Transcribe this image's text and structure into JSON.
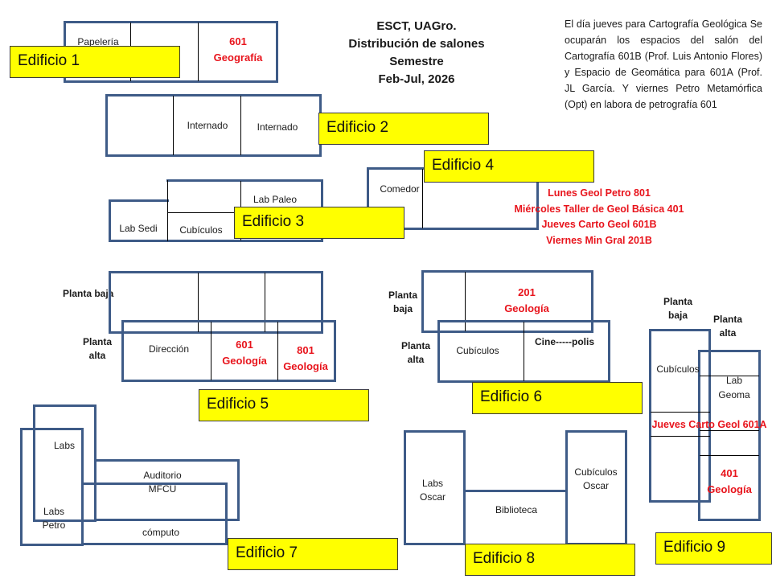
{
  "title": {
    "lines": [
      "ESCT, UAGro.",
      "Distribución de salones",
      "Semestre",
      "Feb-Jul, 2026"
    ]
  },
  "note": "El día jueves para Cartografía Geológica Se ocuparán los espacios del salón del Cartografía 601B (Prof. Luis Antonio Flores)  y Espacio de Geomática para 601A (Prof. JL García. Y viernes Petro Metamórfica (Opt) en labora de petrografía 601",
  "colors": {
    "wall": "#3e5b87",
    "label_bg": "#ffff00",
    "highlight": "#e8141c"
  },
  "buildings": {
    "b1": {
      "label": "Edificio 1",
      "rooms": {
        "papeleria": "Papelería",
        "r601_num": "601",
        "r601_name": "Geografía"
      }
    },
    "b2": {
      "label": "Edificio 2",
      "rooms": {
        "internado_1": "Internado",
        "internado_2": "Internado"
      }
    },
    "b3": {
      "label": "Edificio 3",
      "rooms": {
        "lab_sedi": "Lab Sedi",
        "cubiculos": "Cubículos",
        "lab_paleo": "Lab Paleo"
      }
    },
    "b4": {
      "label": "Edificio 4",
      "rooms": {
        "comedor": "Comedor"
      },
      "schedule": [
        "Lunes Geol Petro 801",
        "Miércoles Taller de Geol Básica 401",
        "Jueves Carto Geol 601B",
        "Viernes Min Gral 201B"
      ]
    },
    "b5": {
      "label": "Edificio 5",
      "planta_baja": "Planta baja",
      "planta_alta": "Planta alta",
      "rooms": {
        "direccion": "Dirección",
        "r601_num": "601",
        "r601_name": "Geología",
        "r801_num": "801",
        "r801_name": "Geología"
      }
    },
    "b6": {
      "label": "Edificio 6",
      "planta_baja": "Planta baja",
      "planta_alta": "Planta alta",
      "rooms": {
        "r201_num": "201",
        "r201_name": "Geología",
        "cubiculos": "Cubículos",
        "cinepolis": "Cine-----polis"
      }
    },
    "b7": {
      "label": "Edificio 7",
      "rooms": {
        "labs": "Labs",
        "labs_petro": "Labs Petro",
        "auditorio": "Auditorio",
        "mfcu": "MFCU",
        "computo": "cómputo"
      }
    },
    "b8": {
      "label": "Edificio 8",
      "rooms": {
        "labs_oscar_1": "Labs",
        "labs_oscar_2": "Oscar",
        "biblioteca": "Biblioteca",
        "cub_oscar_1": "Cubículos",
        "cub_oscar_2": "Oscar"
      }
    },
    "b9": {
      "label": "Edificio 9",
      "planta_baja": "Planta baja",
      "planta_alta": "Planta alta",
      "rooms": {
        "cubiculos": "Cubículos",
        "lab_geoma_1": "Lab",
        "lab_geoma_2": "Geoma",
        "jueves": "Jueves Carto Geol 601A",
        "r401_num": "401",
        "r401_name": "Geología"
      }
    }
  }
}
